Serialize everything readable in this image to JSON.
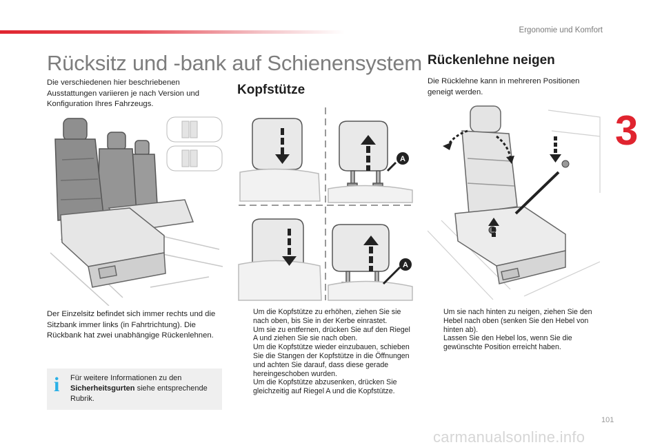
{
  "header": {
    "chapter_title": "Ergonomie und Komfort",
    "chapter_number": "3",
    "accent_color": "#e0242f"
  },
  "main_title": "Rücksitz und -bank auf Schienensystem",
  "left": {
    "intro": "Die verschiedenen hier beschriebenen Ausstattungen variieren je nach Version und Konfiguration Ihres Fahrzeugs.",
    "single_seat_text": "Der Einzelsitz befindet sich immer rechts und die Sitzbank immer links (in Fahrtrichtung). Die Rückbank hat zwei unabhängige Rückenlehnen.",
    "info_icon": "info-icon",
    "info_prefix": "Für weitere Informationen zu den ",
    "info_bold": "Sicherheitsgurten",
    "info_suffix": " siehe entsprechende Rubrik."
  },
  "headrest": {
    "heading": "Kopfstütze",
    "label_a": "A",
    "bullets": [
      "Um die Kopfstütze zu erhöhen, ziehen Sie sie nach oben, bis Sie in der Kerbe einrastet.",
      "Um sie zu entfernen, drücken Sie auf den Riegel A und ziehen Sie sie nach oben.",
      "Um die Kopfstütze wieder einzubauen, schieben Sie die Stangen der Kopfstütze in die Öffnungen und achten Sie darauf, dass diese gerade hereingeschoben wurden.",
      "Um die Kopfstütze abzusenken, drücken Sie gleichzeitig auf Riegel A und die Kopfstütze."
    ]
  },
  "backrest": {
    "heading": "Rückenlehne neigen",
    "intro": "Die Rücklehne kann in mehreren Positionen geneigt werden.",
    "bullets": [
      "Um sie nach hinten zu neigen, ziehen Sie den Hebel nach oben (senken Sie den Hebel von hinten ab).",
      "Lassen Sie den Hebel los, wenn Sie die gewünschte Position erreicht haben."
    ]
  },
  "bullet_mark": "",
  "footer": {
    "page_number": "101",
    "watermark": "carmanualsonline.info"
  }
}
